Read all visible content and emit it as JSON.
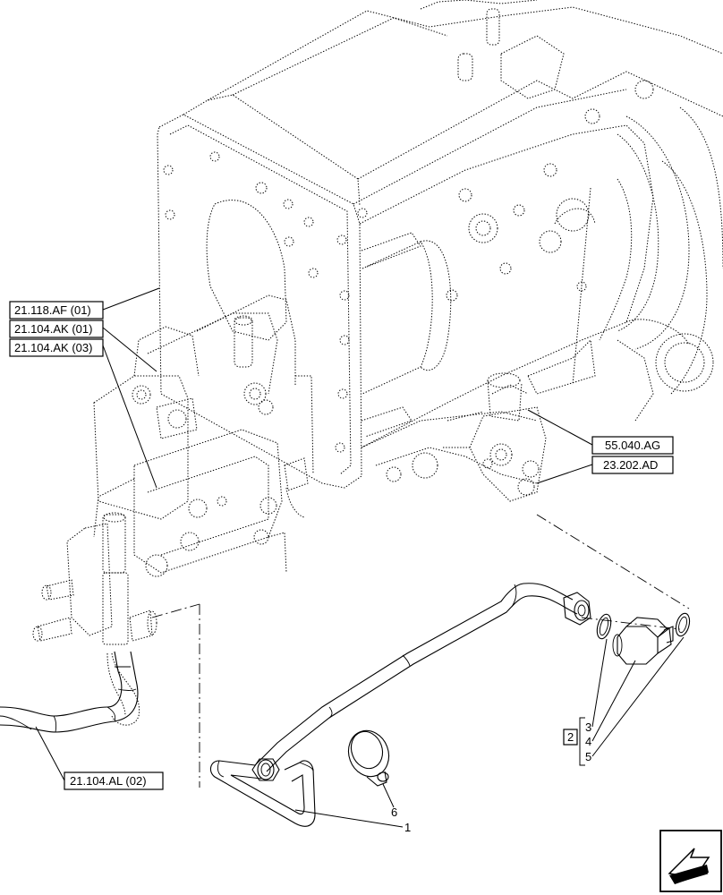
{
  "references": [
    {
      "id": "ref-21-118-af-01",
      "text": "21.118.AF (01)"
    },
    {
      "id": "ref-21-104-ak-01",
      "text": "21.104.AK (01)"
    },
    {
      "id": "ref-21-104-ak-03",
      "text": "21.104.AK (03)"
    },
    {
      "id": "ref-55-040-ag",
      "text": "55.040.AG"
    },
    {
      "id": "ref-23-202-ad",
      "text": "23.202.AD"
    },
    {
      "id": "ref-21-104-al-02",
      "text": "21.104.AL (02)"
    }
  ],
  "callouts": {
    "tube": "1",
    "kit": "2",
    "oring_a": "3",
    "elbow": "4",
    "oring_b": "5",
    "clamp": "6"
  },
  "icons": {
    "nav": "next-page-arrow-icon"
  }
}
